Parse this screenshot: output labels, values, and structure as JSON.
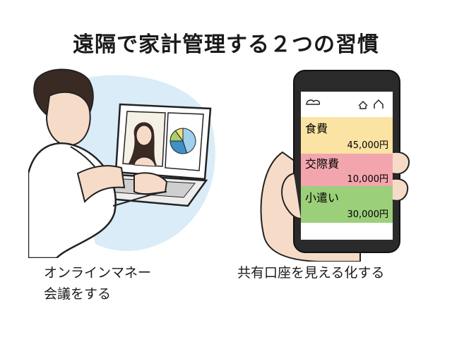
{
  "title": "遠隔で家計管理する２つの習慣",
  "left": {
    "caption_line1": "オンラインマネー",
    "caption_line2": "会議をする",
    "pie_slices": [
      {
        "color": "#9fd0ec",
        "share": 0.45
      },
      {
        "color": "#3f8fc8",
        "share": 0.3
      },
      {
        "color": "#a9cf6c",
        "share": 0.15
      },
      {
        "color": "#f0e080",
        "share": 0.1
      }
    ]
  },
  "right": {
    "caption": "共有口座を見える化する",
    "items": [
      {
        "label": "食費",
        "amount": "45,000円",
        "color": "#fbe3a3"
      },
      {
        "label": "交際費",
        "amount": "10,000円",
        "color": "#f2a5ad"
      },
      {
        "label": "小遣い",
        "amount": "30,000円",
        "color": "#9ccf7a"
      }
    ]
  },
  "colors": {
    "background_blob": "#d9ecf7",
    "ink": "#222222"
  }
}
